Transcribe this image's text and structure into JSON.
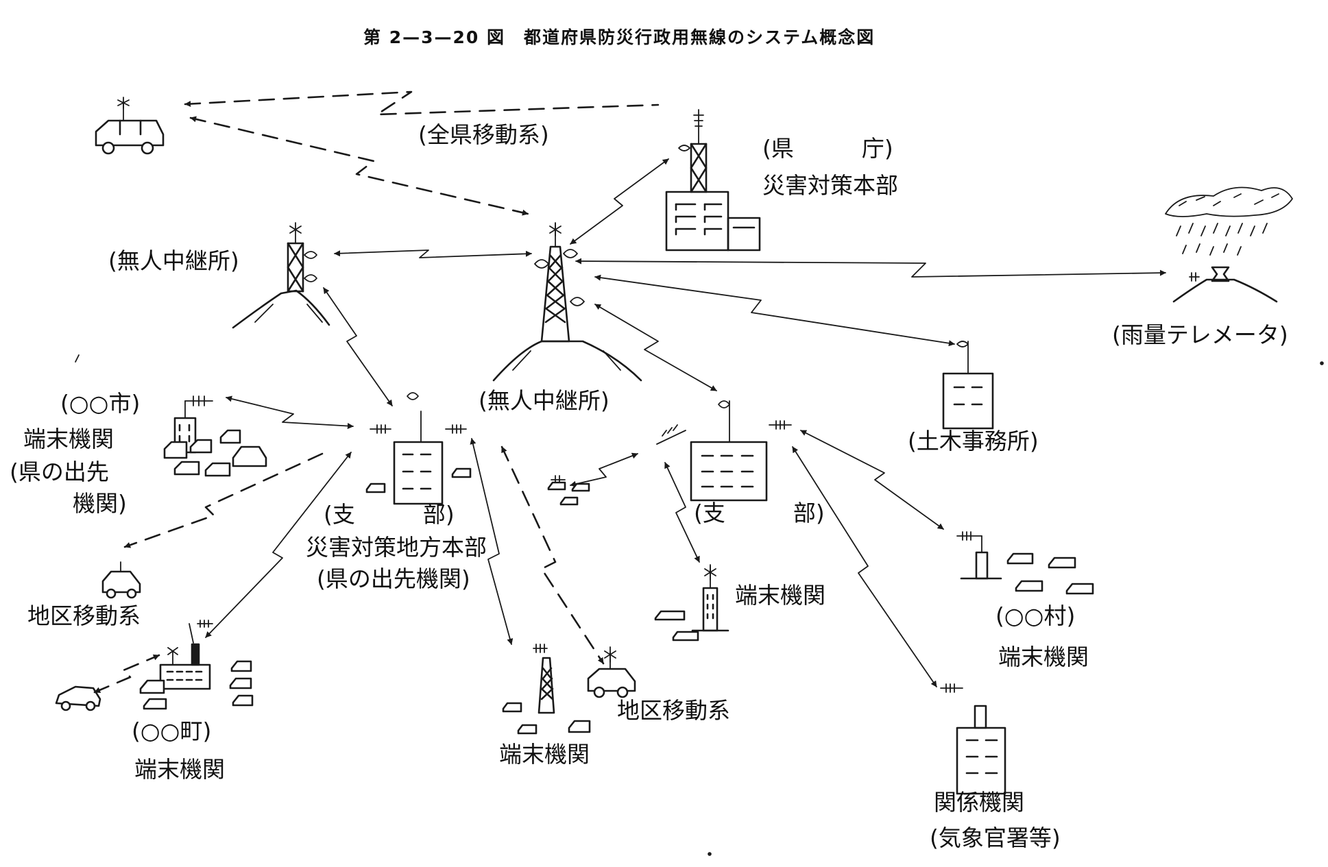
{
  "title": "第 2—3—20 図　都道府県防災行政用無線のシステム概念図",
  "labels": {
    "prefwide_mobile": "(全県移動系)",
    "pref_office_line1": "(県　　　庁)",
    "pref_office_line2": "災害対策本部",
    "relay_left": "(無人中継所)",
    "relay_center": "(無人中継所)",
    "rain_telemeter": "(雨量テレメータ)",
    "public_works": "(土木事務所)",
    "city_line1": "(○○市)",
    "city_line2": "端末機関",
    "city_line3": "(県の出先",
    "city_line4": "機関)",
    "branch_left_line1": "(支　　　部)",
    "branch_left_line2": "災害対策地方本部",
    "branch_left_line3": "(県の出先機関)",
    "branch_right": "(支　　　部)",
    "district_mobile_left": "地区移動系",
    "town_line1": "(○○町)",
    "town_line2": "端末機関",
    "terminal_bottom": "端末機関",
    "district_mobile_bottom": "地区移動系",
    "terminal_right": "端末機関",
    "village_line1": "(○○村)",
    "village_line2": "端末機関",
    "related_line1": "関係機関",
    "related_line2": "(気象官署等)"
  }
}
